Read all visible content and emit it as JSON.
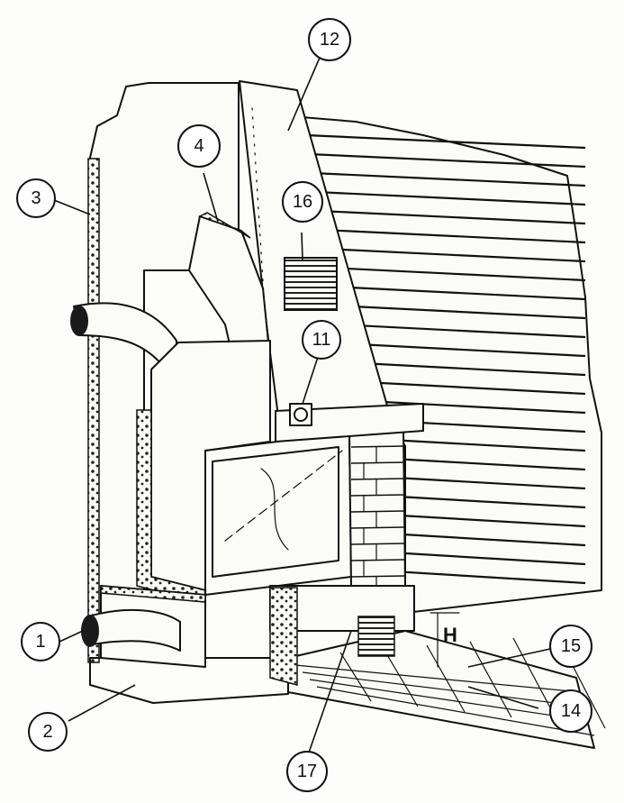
{
  "callouts": [
    {
      "id": "c1",
      "label": "1"
    },
    {
      "id": "c2",
      "label": "2"
    },
    {
      "id": "c3",
      "label": "3"
    },
    {
      "id": "c4",
      "label": "4"
    },
    {
      "id": "c11",
      "label": "11"
    },
    {
      "id": "c12",
      "label": "12"
    },
    {
      "id": "c14",
      "label": "14"
    },
    {
      "id": "c15",
      "label": "15"
    },
    {
      "id": "c16",
      "label": "16"
    },
    {
      "id": "c17",
      "label": "17"
    }
  ],
  "dimension_label": "H",
  "colors": {
    "ink": "#111111",
    "paper": "#fdfdfb"
  }
}
